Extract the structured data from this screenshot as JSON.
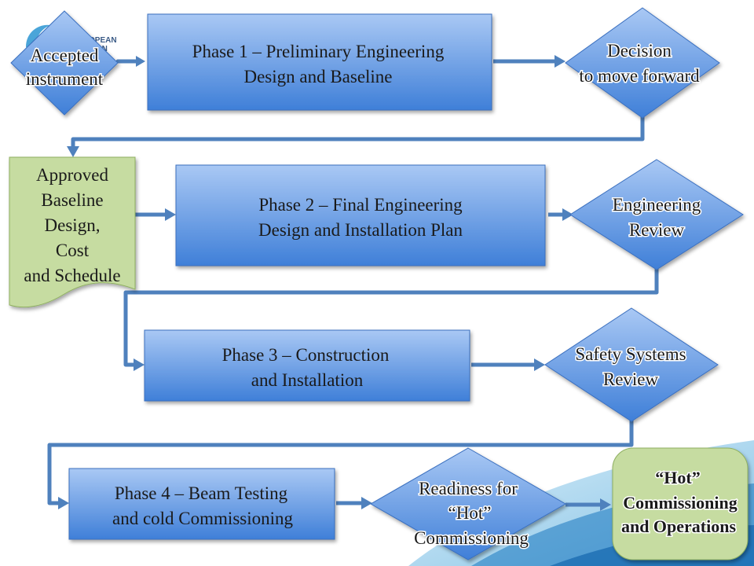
{
  "colors": {
    "box_top": "#a9c8f4",
    "box_bottom": "#3f7fd8",
    "box_border": "#3a6fbf",
    "doc_fill": "#c6dca1",
    "doc_border": "#8fb061",
    "connector": "#4f81bd"
  },
  "logo": {
    "line1": "OPEAN",
    "line2": "TION"
  },
  "start": {
    "line1": "Accepted",
    "line2": "instrument"
  },
  "phase1": {
    "line1": "Phase 1 – Preliminary Engineering",
    "line2": "Design and Baseline"
  },
  "decision1": {
    "line1": "Decision",
    "line2": "to move forward"
  },
  "doc": {
    "line1": "Approved",
    "line2": "Baseline",
    "line3": "Design,",
    "line4": "Cost",
    "line5": "and Schedule"
  },
  "phase2": {
    "line1": "Phase 2 – Final Engineering",
    "line2": "Design and Installation Plan"
  },
  "decision2": {
    "line1": "Engineering",
    "line2": "Review"
  },
  "phase3": {
    "line1": "Phase 3 – Construction",
    "line2": "and Installation"
  },
  "decision3": {
    "line1": "Safety Systems",
    "line2": "Review"
  },
  "phase4": {
    "line1": "Phase 4 – Beam Testing",
    "line2": "and cold Commissioning"
  },
  "decision4": {
    "line1": "Readiness for",
    "line2": "“Hot”",
    "line3": "Commissioning"
  },
  "end": {
    "line1": "“Hot”",
    "line2": "Commissioning",
    "line3": "and Operations"
  }
}
